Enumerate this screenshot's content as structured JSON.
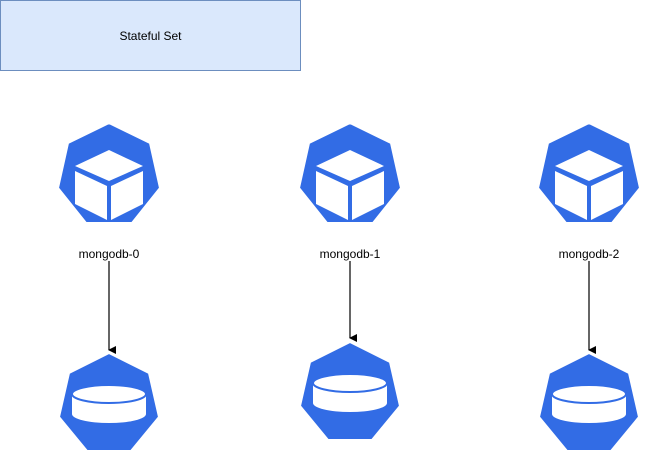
{
  "statefulset": {
    "label": "Stateful Set"
  },
  "pods": [
    {
      "label": "mongodb-0",
      "icon": "pod-icon"
    },
    {
      "label": "mongodb-1",
      "icon": "pod-icon"
    },
    {
      "label": "mongodb-2",
      "icon": "pod-icon"
    }
  ],
  "volumes": [
    {
      "icon": "persistent-volume-icon"
    },
    {
      "icon": "persistent-volume-icon"
    },
    {
      "icon": "persistent-volume-icon"
    }
  ],
  "colors": {
    "k8s_blue": "#326ce5",
    "box_fill": "#dae8fc",
    "box_border": "#6c8ebf",
    "arrow": "#000000"
  }
}
